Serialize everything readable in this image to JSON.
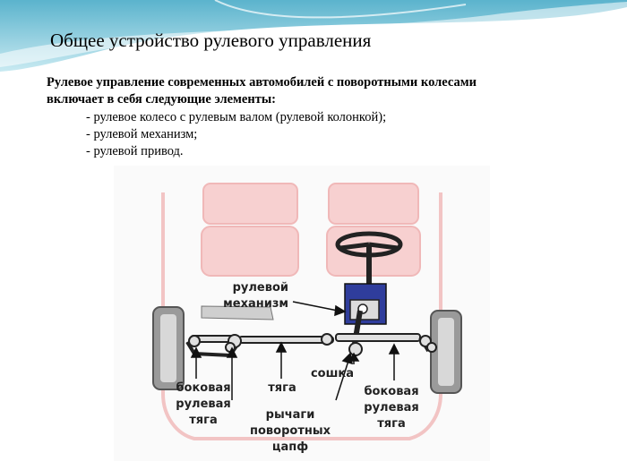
{
  "slide": {
    "title": "Общее устройство рулевого управления",
    "intro_line1": "Рулевое управление современных автомобилей с поворотными колесами",
    "intro_line2": "включает в себя следующие элементы:",
    "bullets": [
      "- рулевое колесо с рулевым валом (рулевой колонкой);",
      "- рулевой механизм;",
      "- рулевой привод."
    ]
  },
  "diagram": {
    "labels": {
      "mechanism_1": "рулевой",
      "mechanism_2": "механизм",
      "side_rod_left_1": "боковая",
      "side_rod_left_2": "рулевая",
      "side_rod_left_3": "тяга",
      "rod": "тяга",
      "pitman_arm": "сошка",
      "side_rod_right_1": "боковая",
      "side_rod_right_2": "рулевая",
      "side_rod_right_3": "тяга",
      "levers_1": "рычаги",
      "levers_2": "поворотных",
      "levers_3": "цапф"
    }
  },
  "colors": {
    "header_teal": "#5ab7cf",
    "seat_pink": "#f7d0d0",
    "body_outline": "#f2c4c4",
    "gearbox_blue": "#2f3d9c",
    "wheel_gray": "#8a8a8a"
  }
}
